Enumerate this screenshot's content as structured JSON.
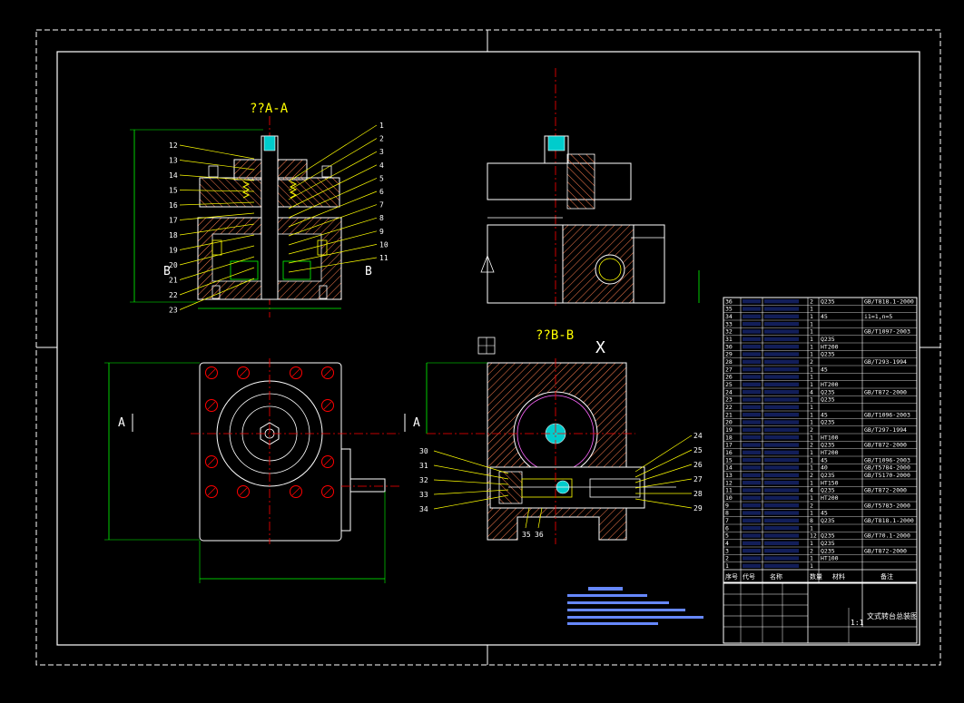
{
  "views": {
    "section_aa_title": "??A-A",
    "section_bb_title": "??B-B",
    "cut_a_left": "A",
    "cut_a_right": "A",
    "cut_b_left": "B",
    "cut_b_right": "B",
    "x_mark": "X"
  },
  "balloons_left": [
    "1",
    "2",
    "3",
    "4",
    "5",
    "6",
    "7",
    "8",
    "9",
    "10",
    "11",
    "12",
    "13",
    "14",
    "15",
    "16",
    "17",
    "18",
    "19",
    "20",
    "21",
    "22",
    "23"
  ],
  "balloons_right": [
    "24",
    "25",
    "26",
    "27",
    "28",
    "29",
    "30",
    "31",
    "32",
    "33",
    "34",
    "35",
    "36"
  ],
  "bom": {
    "rows": [
      {
        "no": "36",
        "qty": "2",
        "mat": "Q235",
        "std": "GB/T818.1-2000"
      },
      {
        "no": "35",
        "qty": "1",
        "mat": "",
        "std": ""
      },
      {
        "no": "34",
        "qty": "1",
        "mat": "45",
        "std": "i1=1,n=5"
      },
      {
        "no": "33",
        "qty": "1",
        "mat": "",
        "std": ""
      },
      {
        "no": "32",
        "qty": "1",
        "mat": "",
        "std": "GB/T1097-2003"
      },
      {
        "no": "31",
        "qty": "1",
        "mat": "Q235",
        "std": ""
      },
      {
        "no": "30",
        "qty": "1",
        "mat": "HT200",
        "std": ""
      },
      {
        "no": "29",
        "qty": "1",
        "mat": "Q235",
        "std": ""
      },
      {
        "no": "28",
        "qty": "2",
        "mat": "",
        "std": "GB/T293-1994"
      },
      {
        "no": "27",
        "qty": "1",
        "mat": "45",
        "std": ""
      },
      {
        "no": "26",
        "qty": "1",
        "mat": "",
        "std": ""
      },
      {
        "no": "25",
        "qty": "1",
        "mat": "HT200",
        "std": ""
      },
      {
        "no": "24",
        "qty": "4",
        "mat": "Q235",
        "std": "GB/T872-2000"
      },
      {
        "no": "23",
        "qty": "1",
        "mat": "Q235",
        "std": ""
      },
      {
        "no": "22",
        "qty": "1",
        "mat": "",
        "std": ""
      },
      {
        "no": "21",
        "qty": "1",
        "mat": "45",
        "std": "GB/T1096-2003"
      },
      {
        "no": "20",
        "qty": "1",
        "mat": "Q235",
        "std": ""
      },
      {
        "no": "19",
        "qty": "2",
        "mat": "",
        "std": "GB/T297-1994"
      },
      {
        "no": "18",
        "qty": "1",
        "mat": "HT100",
        "std": ""
      },
      {
        "no": "17",
        "qty": "2",
        "mat": "Q235",
        "std": "GB/T872-2000"
      },
      {
        "no": "16",
        "qty": "1",
        "mat": "HT200",
        "std": ""
      },
      {
        "no": "15",
        "qty": "1",
        "mat": "45",
        "std": "GB/T1096-2003"
      },
      {
        "no": "14",
        "qty": "1",
        "mat": "40",
        "std": "GB/T5784-2000"
      },
      {
        "no": "13",
        "qty": "2",
        "mat": "Q235",
        "std": "GB/T5170-2000"
      },
      {
        "no": "12",
        "qty": "1",
        "mat": "HT150",
        "std": ""
      },
      {
        "no": "11",
        "qty": "4",
        "mat": "Q235",
        "std": "GB/T872-2000"
      },
      {
        "no": "10",
        "qty": "1",
        "mat": "HT200",
        "std": ""
      },
      {
        "no": "9",
        "qty": "2",
        "mat": "",
        "std": "GB/T5783-2000"
      },
      {
        "no": "8",
        "qty": "1",
        "mat": "45",
        "std": ""
      },
      {
        "no": "7",
        "qty": "8",
        "mat": "Q235",
        "std": "GB/T818.1-2000"
      },
      {
        "no": "6",
        "qty": "1",
        "mat": "",
        "std": ""
      },
      {
        "no": "5",
        "qty": "12",
        "mat": "Q235",
        "std": "GB/T70.1-2000"
      },
      {
        "no": "4",
        "qty": "1",
        "mat": "Q235",
        "std": ""
      },
      {
        "no": "3",
        "qty": "2",
        "mat": "Q235",
        "std": "GB/T872-2000"
      },
      {
        "no": "2",
        "qty": "1",
        "mat": "HT100",
        "std": ""
      },
      {
        "no": "1",
        "qty": "1",
        "mat": "",
        "std": ""
      }
    ],
    "header": {
      "no": "序号",
      "code": "代号",
      "name": "名称",
      "qty": "数量",
      "mat": "材料",
      "note": "备注"
    }
  },
  "title_block": {
    "drawing_name": "文式转台总装图",
    "scale": "1:1"
  },
  "colors": {
    "background": "#000000",
    "outline": "#ffffff",
    "section": "#ffff00",
    "hatch": "#ff7f50",
    "hidden": "#00ff00",
    "center": "#ff0000",
    "dim": "#00ff00",
    "accent": "#00cccc",
    "balloon": "#ffff00"
  }
}
